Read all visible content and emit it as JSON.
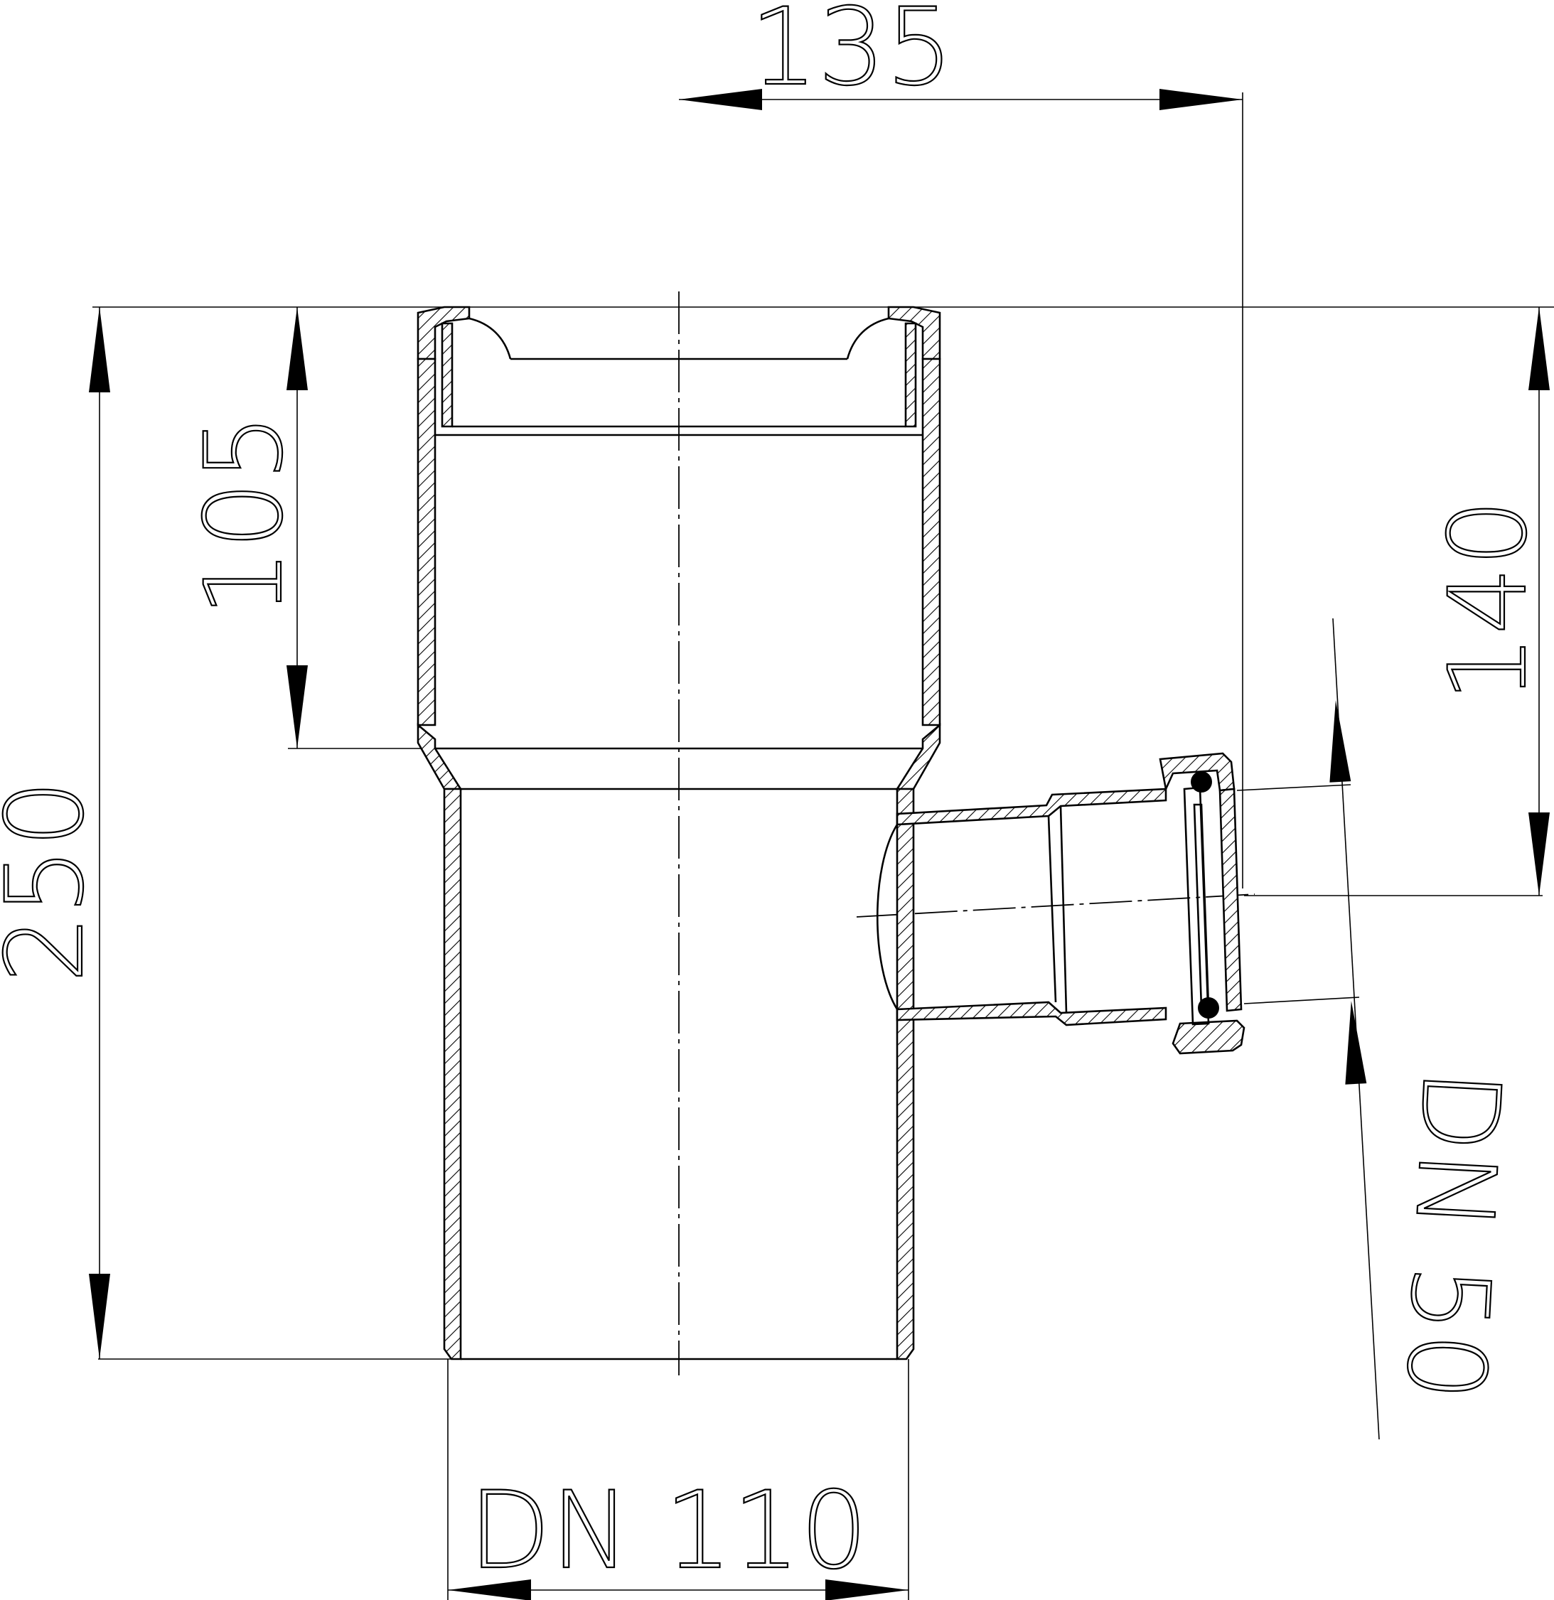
{
  "dimensions": {
    "top_width": "135",
    "upper_height": "105",
    "overall_height": "250",
    "branch_height": "140",
    "main_pipe": "DN 110",
    "branch_pipe": "DN 50"
  }
}
